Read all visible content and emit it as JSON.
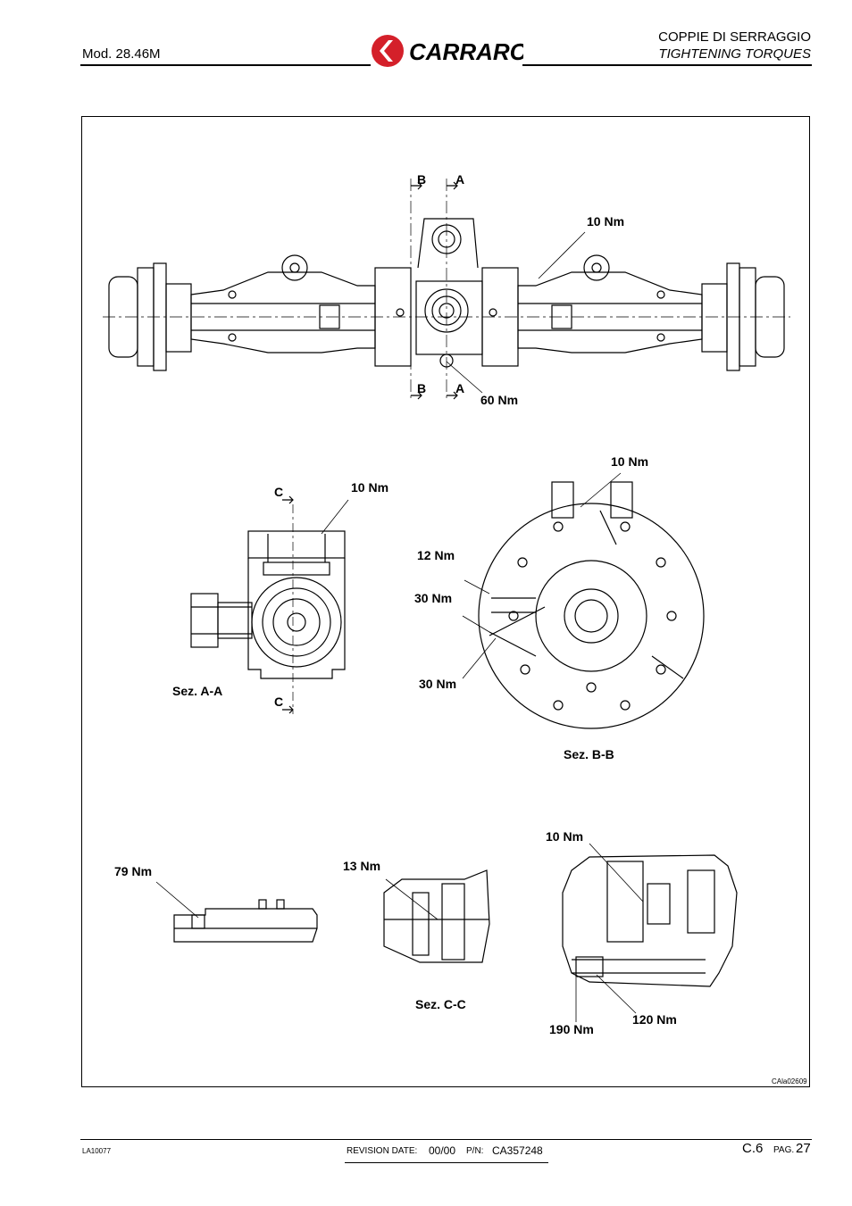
{
  "header": {
    "model": "Mod. 28.46M",
    "brand": "CARRARO",
    "title_it": "COPPIE DI SERRAGGIO",
    "title_en": "TIGHTENING TORQUES"
  },
  "drawing": {
    "code": "CAla02609",
    "section_marks": {
      "b_top": "B",
      "a_top": "A",
      "b_bottom": "B",
      "a_bottom": "A",
      "c_top": "C",
      "c_bottom": "C"
    },
    "sections": {
      "aa": "Sez. A-A",
      "bb": "Sez. B-B",
      "cc": "Sez. C-C"
    },
    "torques": {
      "axle_top": "10 Nm",
      "axle_bottom": "60 Nm",
      "aa_top": "10 Nm",
      "bb_top": "10 Nm",
      "bb_12": "12 Nm",
      "bb_30a": "30 Nm",
      "bb_30b": "30 Nm",
      "left_detail": "79 Nm",
      "cc_mid": "13 Nm",
      "cc_right_top": "10 Nm",
      "cc_190": "190 Nm",
      "cc_120": "120 Nm"
    }
  },
  "footer": {
    "left_code": "LA10077",
    "revision_label": "REVISION DATE:",
    "revision_value": "00/00",
    "pn_label": "P/N:",
    "pn_value": "CA357248",
    "section": "C.6",
    "page_label": "PAG.",
    "page_number": "27"
  }
}
